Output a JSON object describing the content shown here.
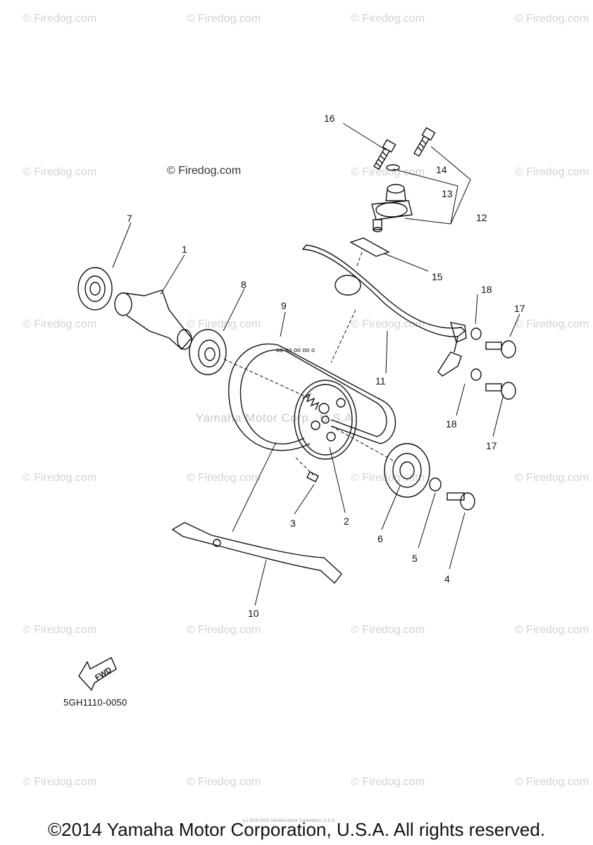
{
  "watermark": {
    "text": "© Firedog.com",
    "center_text": "© Firedog.com"
  },
  "callouts": [
    "1",
    "2",
    "3",
    "4",
    "5",
    "6",
    "7",
    "8",
    "9",
    "10",
    "11",
    "12",
    "13",
    "14",
    "15",
    "16",
    "17",
    "17",
    "18",
    "18"
  ],
  "diagram": {
    "manufacturer_watermark": "Yamaha Motor Corp., U.S.A.",
    "part_number": "5GH1110-0050",
    "fwd_label": "FWD",
    "fine_print": "(c) 2000-2015 Yamaha Motor Corporation, U.S.A."
  },
  "footer": {
    "copyright": "©2014 Yamaha Motor Corporation, U.S.A. All rights reserved."
  },
  "colors": {
    "line": "#111111",
    "watermark": "#d2d2d2",
    "background": "#ffffff"
  }
}
